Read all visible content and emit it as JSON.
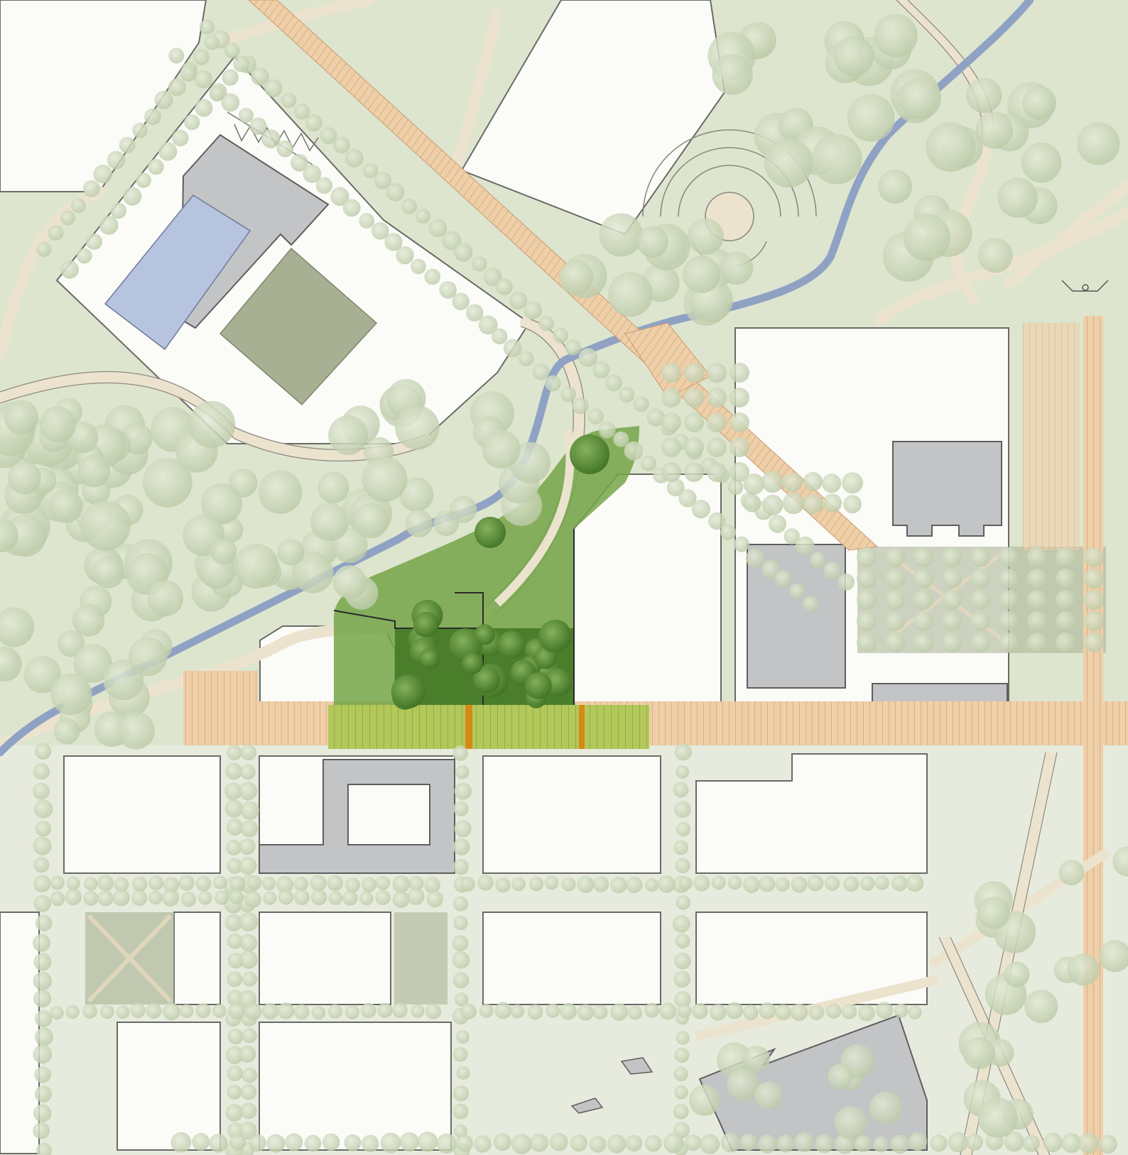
{
  "map": {
    "colors": {
      "background": "#e7ebdd",
      "lawn": "#dde5cf",
      "parcel": "#fbfbf8",
      "parcel_edge": "#6a6a66",
      "building": "#c3c4c6",
      "building_edge": "#5e5e5e",
      "pool": "#b7c4df",
      "court": "#a7b092",
      "path": "#ece3cf",
      "path_edge": "#8d8a80",
      "paving": "#efcfa8",
      "paving_hatch": "#c89c72",
      "creek": "#8fa2c4",
      "tree_canopy": "#c9d6b8",
      "tree_shadow": "#a9b897",
      "highlight_garden": "#74a548",
      "highlight_trees": "#4a7e2b",
      "highlight_boardwalk": "#b3c85a",
      "highlight_amber": "#d68a16"
    },
    "features": [
      {
        "id": "north-building",
        "kind": "building"
      },
      {
        "id": "north-pool",
        "kind": "pool"
      },
      {
        "id": "north-courtyard",
        "kind": "court"
      },
      {
        "id": "diagonal-boardwalk",
        "kind": "paving"
      },
      {
        "id": "creek",
        "kind": "water"
      },
      {
        "id": "concentric-plaza",
        "kind": "plaza"
      },
      {
        "id": "east-buildings",
        "kind": "building"
      },
      {
        "id": "grove-plaza",
        "kind": "plaza"
      },
      {
        "id": "main-promenade",
        "kind": "paving"
      },
      {
        "id": "highlighted-garden",
        "kind": "highlight"
      },
      {
        "id": "street-grid",
        "kind": "parcels"
      },
      {
        "id": "parking-lot",
        "kind": "parking"
      }
    ]
  }
}
